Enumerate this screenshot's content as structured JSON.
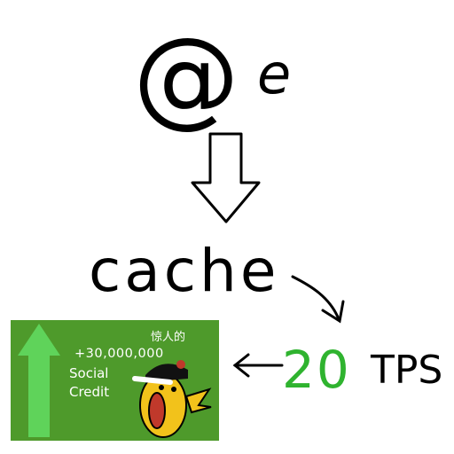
{
  "sketch": {
    "top_symbol": "@",
    "top_letter": "e",
    "middle_word": "cache",
    "result_number": "20",
    "result_unit": "TPS"
  },
  "meme": {
    "amount": "+30,000,000",
    "line1": "Social",
    "line2": "Credit",
    "chinese": "惊人的",
    "colors": {
      "background": "#4e9a2b",
      "arrow": "#5fd35a",
      "text": "#ffffff"
    }
  },
  "colors": {
    "ink": "#000000",
    "highlight": "#2fb32f"
  },
  "icons": {
    "down_arrow": "hollow-down-arrow",
    "curved_arrow": "curved-arrow",
    "left_arrow": "left-arrow",
    "mascot": "cartoon-pear-mascot"
  }
}
